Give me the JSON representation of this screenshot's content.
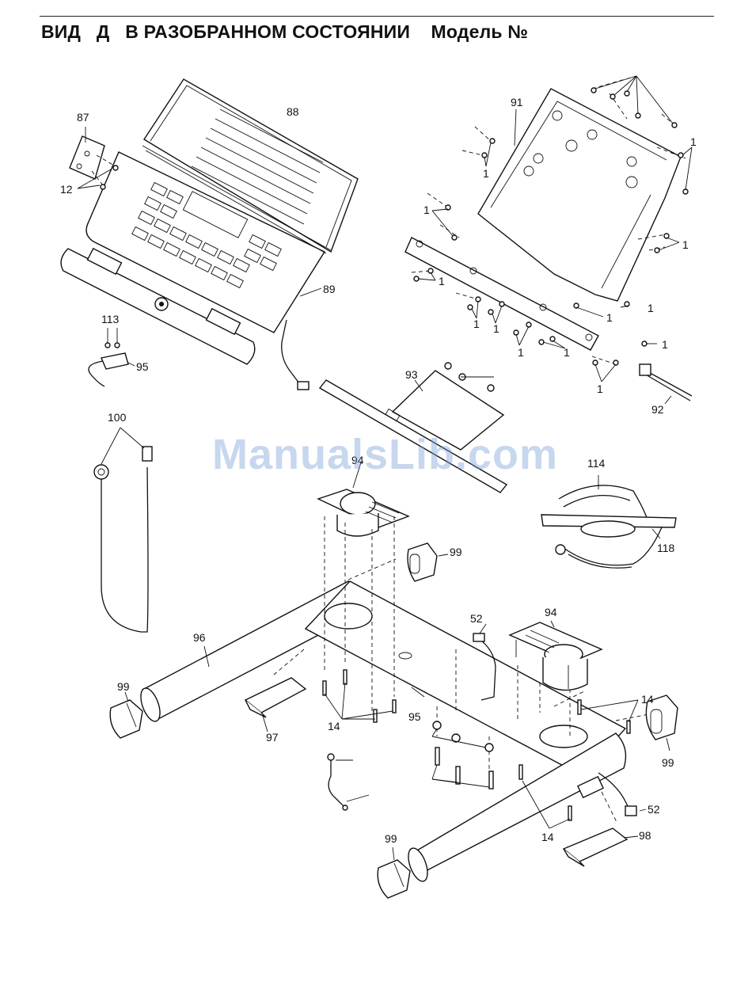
{
  "header": {
    "title": "ВИД   Д   В РАЗОБРАННОМ СОСТОЯНИИ    Модель №"
  },
  "watermark": "ManualsLib.com",
  "parts": {
    "p1": "1",
    "p12": "12",
    "p14": "14",
    "p52": "52",
    "p87": "87",
    "p88": "88",
    "p89": "89",
    "p91": "91",
    "p92": "92",
    "p93": "93",
    "p94": "94",
    "p95": "95",
    "p96": "96",
    "p97": "97",
    "p98": "98",
    "p99": "99",
    "p100": "100",
    "p113": "113",
    "p114": "114",
    "p118": "118"
  }
}
